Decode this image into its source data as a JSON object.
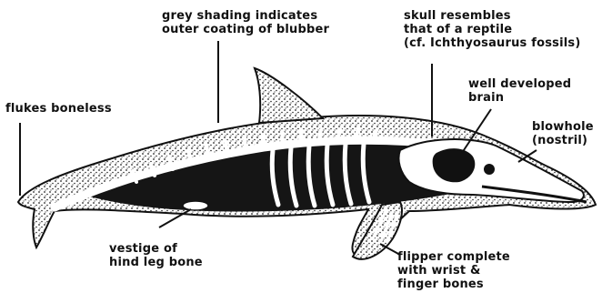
{
  "diagram": {
    "labels": {
      "blubber": [
        "grey shading indicates",
        "outer coating of blubber"
      ],
      "skull": [
        "skull resembles",
        "that of a reptile",
        "(cf. Ichthyosaurus fossils)"
      ],
      "brain": [
        "well developed",
        "brain"
      ],
      "blowhole": [
        "blowhole",
        "(nostril)"
      ],
      "flukes": [
        "flukes boneless"
      ],
      "hind_leg": [
        "vestige of",
        "hind leg bone"
      ],
      "flipper": [
        "flipper complete",
        "with wrist &",
        "finger bones"
      ]
    }
  }
}
